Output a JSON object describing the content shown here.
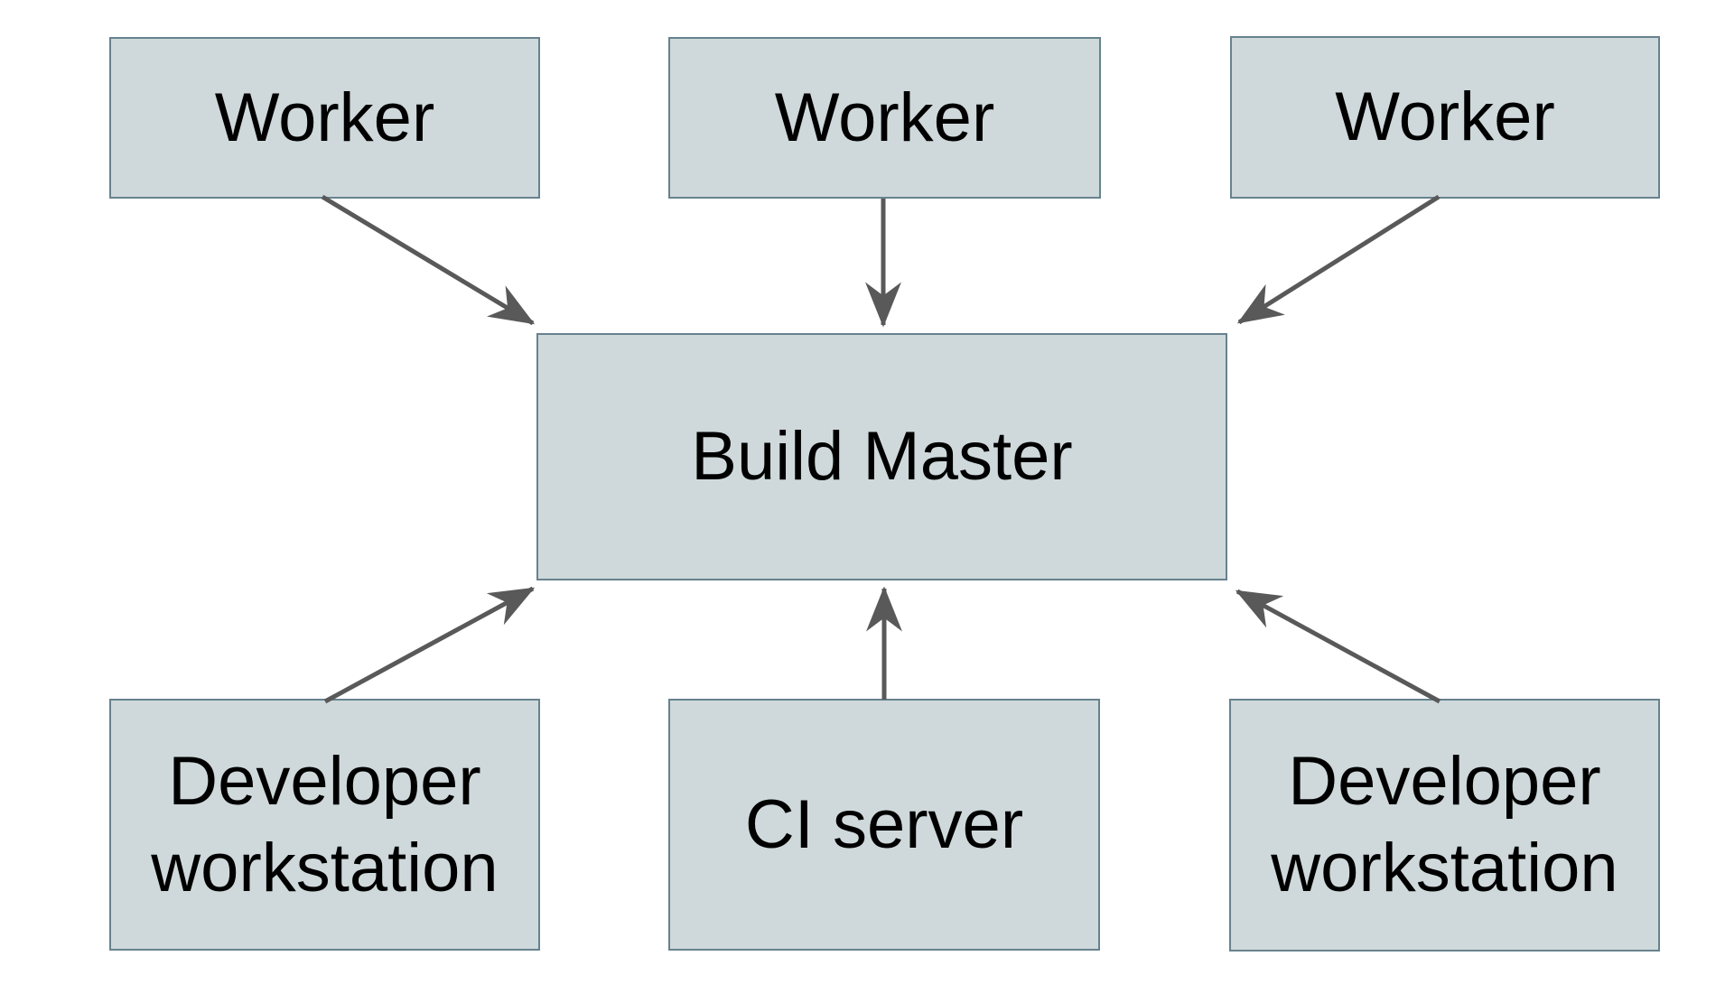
{
  "diagram": {
    "background_color": "#ffffff",
    "node_fill_color": "#cfd9db",
    "node_border_color": "#67828e",
    "arrow_color": "#595959",
    "text_color": "#000000",
    "nodes": [
      {
        "id": "worker-1",
        "label": "Worker",
        "row": "top"
      },
      {
        "id": "worker-2",
        "label": "Worker",
        "row": "top"
      },
      {
        "id": "worker-3",
        "label": "Worker",
        "row": "top"
      },
      {
        "id": "build-master",
        "label": "Build Master",
        "row": "center"
      },
      {
        "id": "developer-workstation-1",
        "label": "Developer workstation",
        "row": "bottom"
      },
      {
        "id": "ci-server",
        "label": "CI server",
        "row": "bottom"
      },
      {
        "id": "developer-workstation-2",
        "label": "Developer workstation",
        "row": "bottom"
      }
    ],
    "edges": [
      {
        "from": "worker-1",
        "to": "build-master"
      },
      {
        "from": "worker-2",
        "to": "build-master"
      },
      {
        "from": "worker-3",
        "to": "build-master"
      },
      {
        "from": "developer-workstation-1",
        "to": "build-master"
      },
      {
        "from": "ci-server",
        "to": "build-master"
      },
      {
        "from": "developer-workstation-2",
        "to": "build-master"
      }
    ]
  }
}
